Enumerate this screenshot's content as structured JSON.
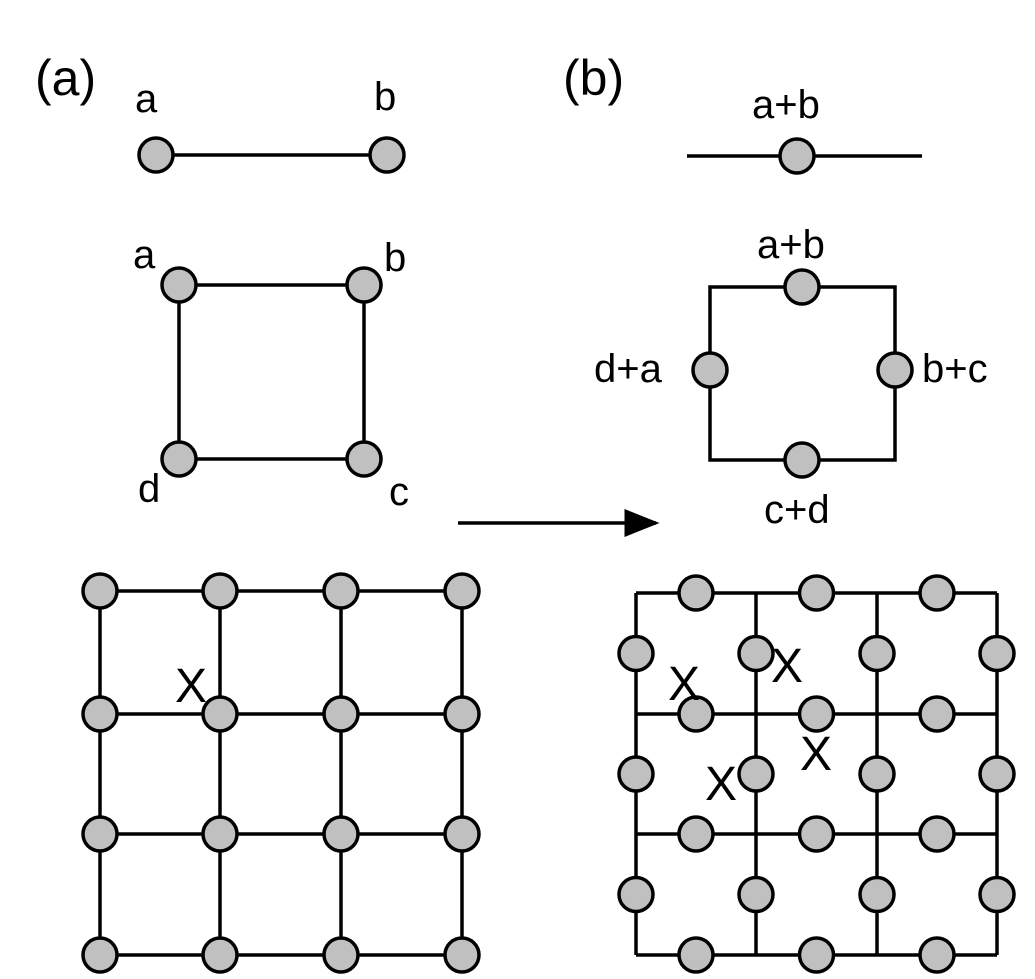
{
  "colors": {
    "node_fill": "#c0c0c0",
    "stroke": "#000000",
    "background": "#ffffff"
  },
  "panel_a": {
    "label": "(a)",
    "pair": {
      "left": "a",
      "right": "b"
    },
    "square": {
      "top_left": "a",
      "top_right": "b",
      "bottom_right": "c",
      "bottom_left": "d"
    },
    "lattice": {
      "rows": 4,
      "cols": 4,
      "defect_marker": "X",
      "defect_count": 1
    }
  },
  "panel_b": {
    "label": "(b)",
    "edge": {
      "center": "a+b"
    },
    "square": {
      "top": "a+b",
      "right": "b+c",
      "bottom": "c+d",
      "left": "d+a"
    },
    "lattice": {
      "cells_per_side": 3,
      "defect_marker": "X",
      "defect_count": 4
    }
  },
  "arrow": {
    "direction": "right"
  }
}
